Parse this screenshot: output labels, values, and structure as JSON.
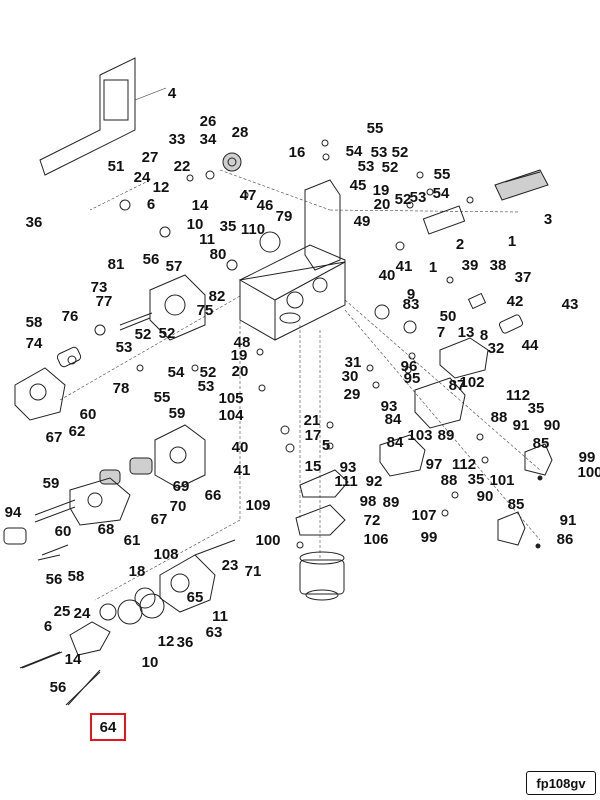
{
  "diagram": {
    "callouts": [
      "4",
      "26",
      "33",
      "34",
      "28",
      "55",
      "16",
      "54",
      "53",
      "52",
      "53",
      "52",
      "55",
      "51",
      "27",
      "22",
      "24",
      "12",
      "36",
      "6",
      "14",
      "47",
      "46",
      "79",
      "45",
      "19",
      "20",
      "52",
      "53",
      "54",
      "10",
      "35",
      "110",
      "11",
      "49",
      "3",
      "2",
      "1",
      "81",
      "56",
      "57",
      "80",
      "40",
      "41",
      "1",
      "39",
      "38",
      "37",
      "82",
      "42",
      "77",
      "73",
      "52",
      "75",
      "9",
      "83",
      "43",
      "58",
      "76",
      "50",
      "74",
      "52",
      "13",
      "8",
      "7",
      "53",
      "32",
      "44",
      "48",
      "19",
      "20",
      "78",
      "54",
      "52",
      "31",
      "30",
      "96",
      "95",
      "87",
      "102",
      "29",
      "53",
      "55",
      "105",
      "104",
      "112",
      "35",
      "59",
      "60",
      "93",
      "84",
      "88",
      "67",
      "62",
      "91",
      "90",
      "21",
      "17",
      "5",
      "103",
      "89",
      "40",
      "84",
      "85",
      "15",
      "93",
      "99",
      "100",
      "41",
      "92",
      "97",
      "112",
      "35",
      "69",
      "66",
      "111",
      "88",
      "59",
      "70",
      "67",
      "109",
      "98",
      "89",
      "101",
      "90",
      "85",
      "94",
      "60",
      "68",
      "61",
      "72",
      "107",
      "91",
      "99",
      "86",
      "100",
      "106",
      "108",
      "56",
      "58",
      "23",
      "71",
      "18",
      "65",
      "11",
      "63",
      "25",
      "24",
      "6",
      "36",
      "12",
      "10",
      "14",
      "56",
      "65"
    ],
    "highlighted_callout": "64",
    "figure_code": "fp108gv"
  }
}
